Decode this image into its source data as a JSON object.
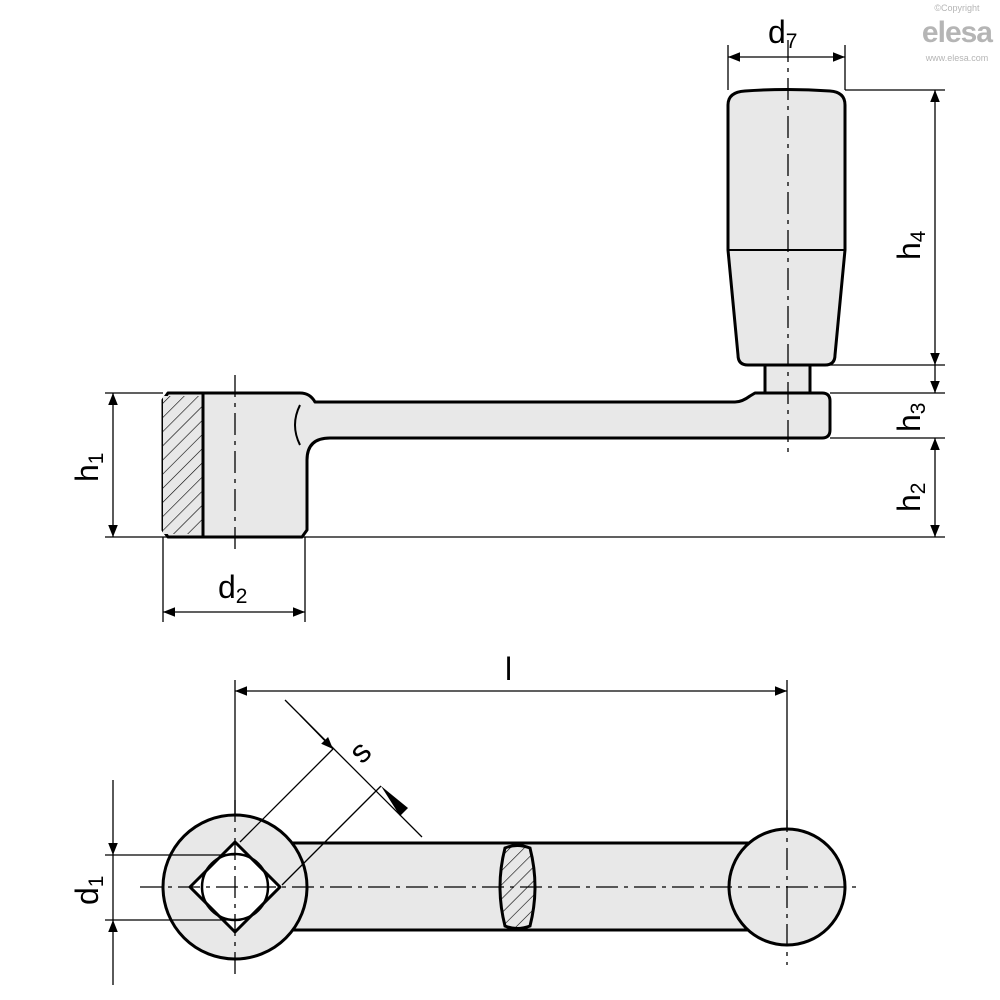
{
  "logo": {
    "copyright": "©Copyright",
    "name": "elesa",
    "url": "www.elesa.com"
  },
  "labels": {
    "d7": {
      "base": "d",
      "sub": "7"
    },
    "h4": {
      "base": "h",
      "sub": "4"
    },
    "h3": {
      "base": "h",
      "sub": "3"
    },
    "h2": {
      "base": "h",
      "sub": "2"
    },
    "h1": {
      "base": "h",
      "sub": "1"
    },
    "d2": {
      "base": "d",
      "sub": "2"
    },
    "l": "l",
    "s": "s",
    "d1": {
      "base": "d",
      "sub": "1"
    }
  }
}
